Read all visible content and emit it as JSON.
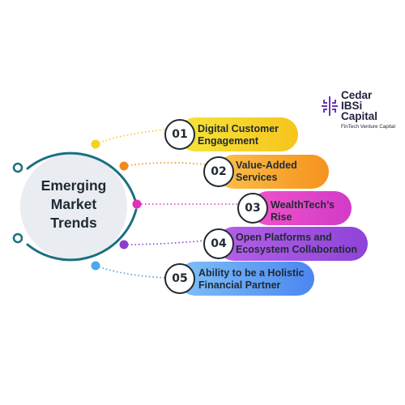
{
  "center": {
    "lines": [
      "Emerging",
      "Market",
      "Trends"
    ],
    "ring_color": "#1b6f82",
    "disc_color": "#e9ecf1"
  },
  "trends": [
    {
      "number": "01",
      "lines": [
        "Digital Customer",
        "Engagement"
      ],
      "color": "#f4cb1c",
      "dot_color": "#f5d21e"
    },
    {
      "number": "02",
      "lines": [
        "Value-Added",
        "Services"
      ],
      "color": "#f39a24",
      "dot_color": "#f08a1c"
    },
    {
      "number": "03",
      "lines": [
        "WealthTech’s",
        "Rise"
      ],
      "color": "#e24bc8",
      "dot_color": "#e22fb8"
    },
    {
      "number": "04",
      "lines": [
        "Open Platforms and",
        "Ecosystem Collaboration"
      ],
      "color": "#9a4fe0",
      "dot_color": "#8a3fd0"
    },
    {
      "number": "05",
      "lines": [
        "Ability to be a Holistic",
        "Financial Partner"
      ],
      "color": "#5a93f2",
      "dot_color": "#4fa8e8"
    }
  ],
  "logo": {
    "lines": [
      "Cedar",
      "IBSi",
      "Capital"
    ],
    "tagline": "FinTech Venture Capital",
    "mark_color": "#6a37b0",
    "text_color": "#23233d"
  }
}
